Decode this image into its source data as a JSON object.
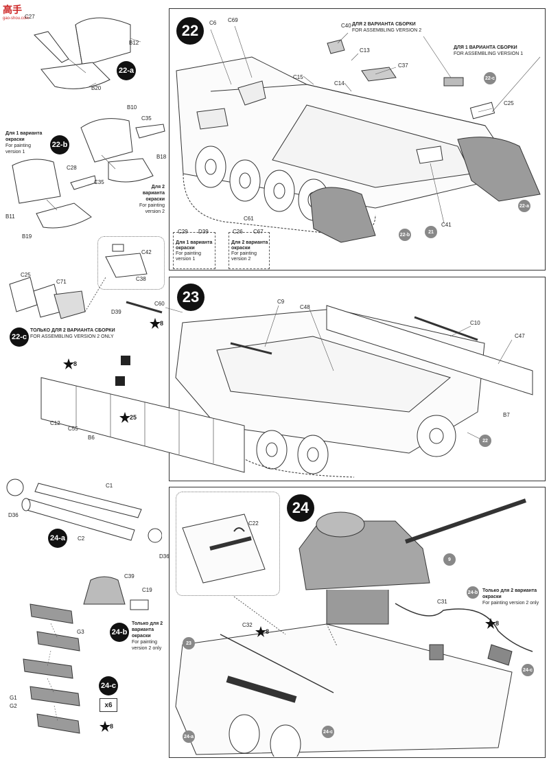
{
  "site_logo": {
    "text": "高手",
    "sub": "gao-shou.com"
  },
  "step22": {
    "number": "22",
    "parts": [
      "C6",
      "C69",
      "C40",
      "C13",
      "C37",
      "C15",
      "C14",
      "C25",
      "C41",
      "C29",
      "D39",
      "C61",
      "C26",
      "C67"
    ],
    "note_v2_ru": "ДЛЯ 2 ВАРИАНТА СБОРКИ",
    "note_v2_en": "FOR ASSEMBLING VERSION 2",
    "note_v1_ru": "ДЛЯ 1 ВАРИАНТА СБОРКИ",
    "note_v1_en": "FOR ASSEMBLING VERSION 1",
    "callouts": [
      "22-c",
      "22-a",
      "22-b",
      "21"
    ],
    "legend": {
      "v1_ru": "Для 1 варианта окраски",
      "v1_en": "For painting version 1",
      "v2_ru": "Для 2 варианта окраски",
      "v2_en": "For painting version 2"
    }
  },
  "step22a": {
    "number": "22-a",
    "parts": [
      "C27",
      "B12",
      "B20"
    ]
  },
  "step22b": {
    "number": "22-b",
    "parts": [
      "B10",
      "C35",
      "B18",
      "C28",
      "C35",
      "B11",
      "B19"
    ],
    "note_v1_ru": "Для 1 варианта окраски",
    "note_v1_en": "For painting version 1",
    "note_v2_ru": "Для 2 варианта окраски",
    "note_v2_en": "For painting version 2"
  },
  "step22c": {
    "number": "22-c",
    "parts": [
      "C42",
      "C38",
      "C25",
      "C71"
    ],
    "note_ru": "ТОЛЬКО ДЛЯ 2 ВАРИАНТА СБОРКИ",
    "note_en": "FOR ASSEMBLING VERSION 2 ONLY"
  },
  "step23": {
    "number": "23",
    "parts": [
      "C60",
      "D39",
      "C9",
      "C48",
      "C10",
      "C47",
      "C12",
      "C55",
      "B6",
      "B7"
    ],
    "stars": [
      "8",
      "8",
      "25"
    ],
    "callouts": [
      "22"
    ]
  },
  "step24a": {
    "number": "24-a",
    "parts": [
      "D36",
      "C1",
      "C2",
      "D36"
    ]
  },
  "step24b": {
    "number": "24-b",
    "parts": [
      "C39",
      "C19"
    ],
    "note_ru": "Только для 2 варианта окраски",
    "note_en": "For painting version 2 only"
  },
  "step24c": {
    "number": "24-c",
    "qty": "x6",
    "parts": [
      "G3",
      "G1",
      "G2"
    ],
    "star": "8"
  },
  "step24": {
    "number": "24",
    "parts": [
      "C22",
      "C31",
      "C32"
    ],
    "note_ru": "Только для 2 варианта окраски",
    "note_en": "For painting version 2 only",
    "callouts": [
      "9",
      "23",
      "24-b",
      "24-a",
      "24-c",
      "24-c"
    ],
    "stars": [
      "8",
      "8"
    ]
  },
  "colors": {
    "ink": "#222222",
    "callout": "#888888",
    "badge": "#111111"
  }
}
